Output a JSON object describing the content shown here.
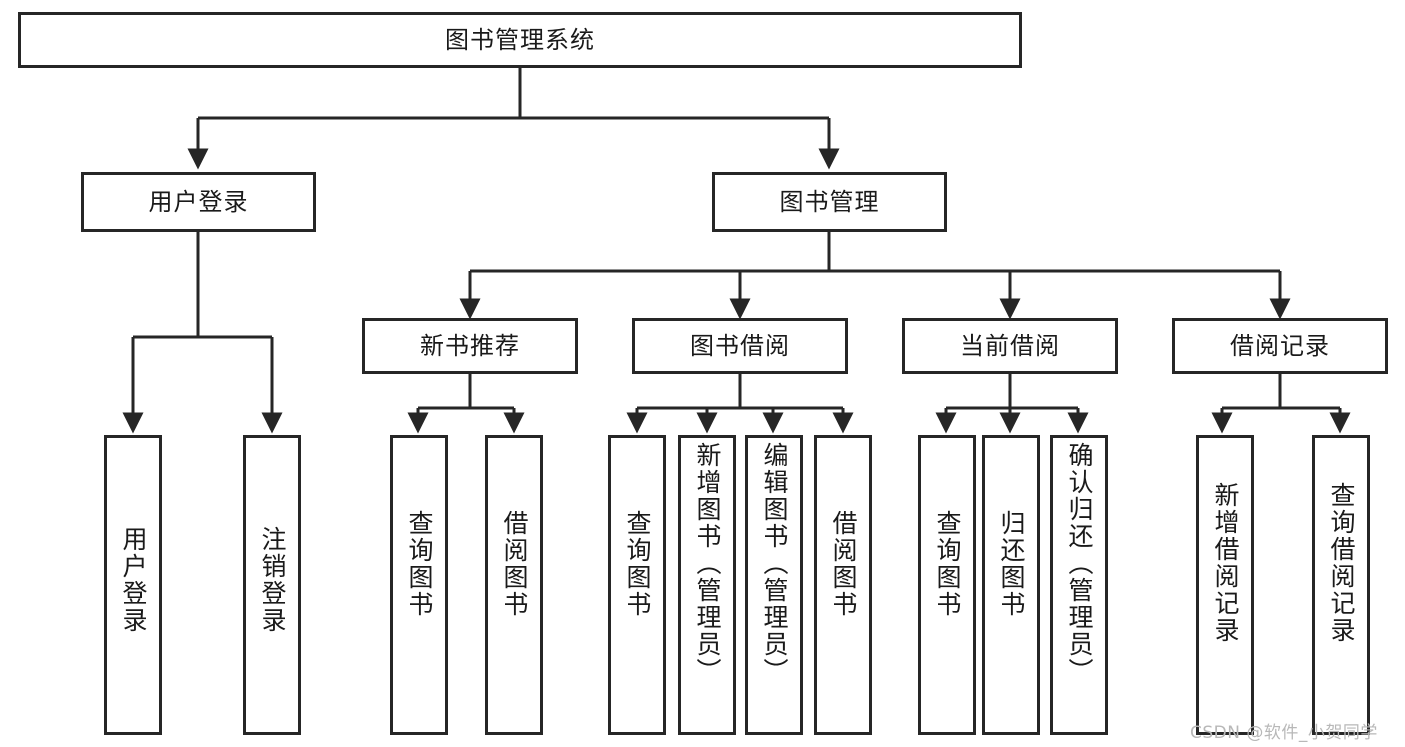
{
  "diagram": {
    "title_node": {
      "label": "图书管理系统"
    },
    "level1": [
      {
        "label": "用户登录"
      },
      {
        "label": "图书管理"
      }
    ],
    "level2": [
      {
        "label": "新书推荐"
      },
      {
        "label": "图书借阅"
      },
      {
        "label": "当前借阅"
      },
      {
        "label": "借阅记录"
      }
    ],
    "leaves": {
      "user_login": [
        {
          "label": "用户登录"
        },
        {
          "label": "注销登录"
        }
      ],
      "new_book_recommend": [
        {
          "label": "查询图书"
        },
        {
          "label": "借阅图书"
        }
      ],
      "book_borrow": [
        {
          "label": "查询图书"
        },
        {
          "label": "新增图书（管理员）"
        },
        {
          "label": "编辑图书（管理员）"
        },
        {
          "label": "借阅图书"
        }
      ],
      "current_borrow": [
        {
          "label": "查询图书"
        },
        {
          "label": "归还图书"
        },
        {
          "label": "确认归还（管理员）"
        }
      ],
      "borrow_records": [
        {
          "label": "新增借阅记录"
        },
        {
          "label": "查询借阅记录"
        }
      ]
    }
  },
  "watermark": {
    "text": "CSDN @软件_小贺同学"
  },
  "colors": {
    "stroke": "#262626",
    "fill": "#ffffff",
    "text": "#1a1a1a",
    "watermark": "#b8b8b8"
  }
}
